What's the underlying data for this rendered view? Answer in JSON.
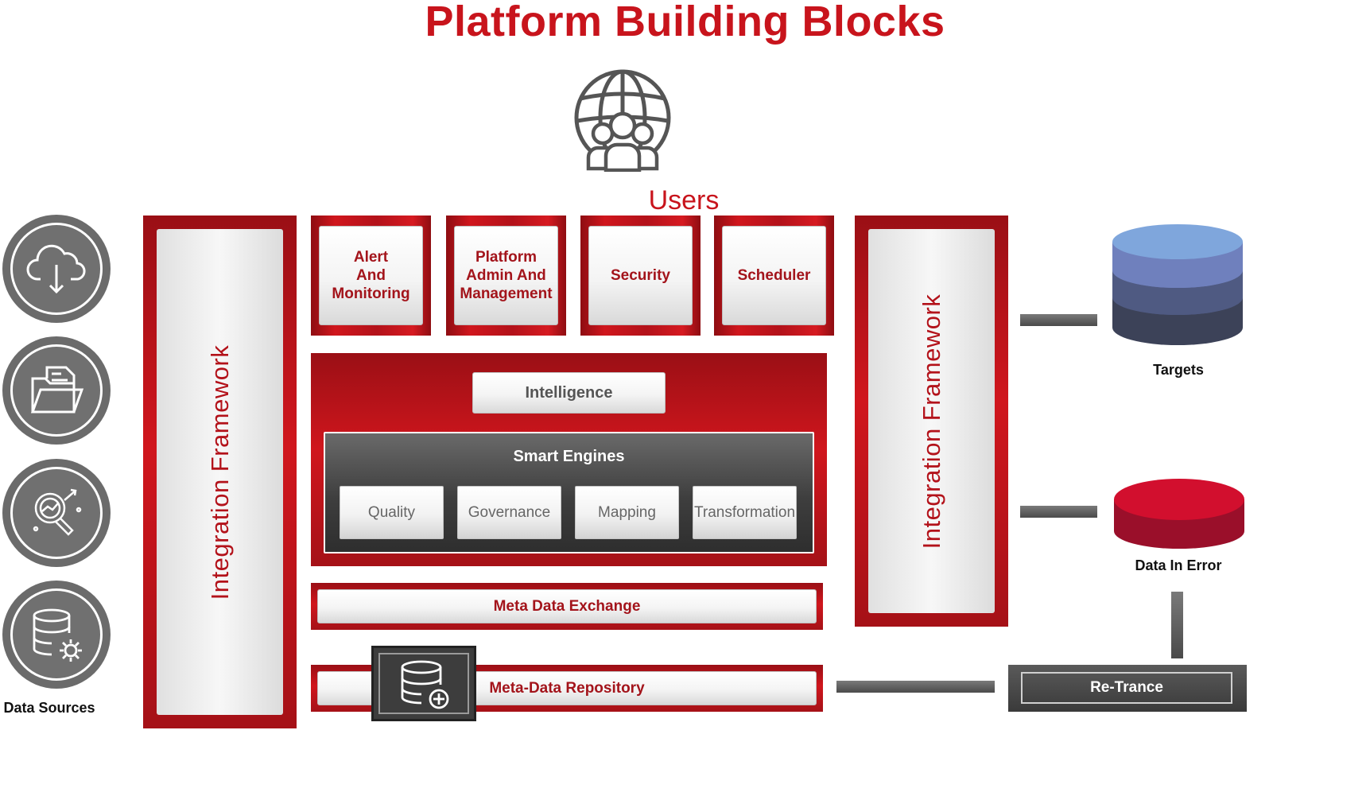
{
  "title": "Platform Building Blocks",
  "users": {
    "label": "Users",
    "icon": "globe-users-icon"
  },
  "data_sources": {
    "label": "Data Sources",
    "icons": [
      "cloud-download-icon",
      "folder-documents-icon",
      "analytics-search-icon",
      "database-settings-icon"
    ]
  },
  "left_framework": {
    "label": "Integration Framework"
  },
  "right_framework": {
    "label": "Integration Framework"
  },
  "top_modules": [
    {
      "label": "Alert\nAnd\nMonitoring"
    },
    {
      "label": "Platform\nAdmin And\nManagement"
    },
    {
      "label": "Security"
    },
    {
      "label": "Scheduler"
    }
  ],
  "intelligence": {
    "label": "Intelligence",
    "smart_engines": {
      "label": "Smart Engines",
      "engines": [
        "Quality",
        "Governance",
        "Mapping",
        "Transformation"
      ]
    }
  },
  "meta_data_exchange": {
    "label": "Meta Data Exchange"
  },
  "meta_data_repository": {
    "label": "Meta-Data Repository",
    "icon": "database-add-icon"
  },
  "targets": {
    "label": "Targets",
    "colors": [
      "#7fa6dc",
      "#6f80bd",
      "#4f5a82",
      "#3c4258"
    ]
  },
  "data_in_error": {
    "label": "Data In Error",
    "colors": [
      "#d20f2e",
      "#9a0f2a"
    ]
  },
  "re_trance": {
    "label": "Re-Trance"
  },
  "colors": {
    "brand_red": "#c8141c",
    "dark_grey": "#3e3e3e"
  }
}
